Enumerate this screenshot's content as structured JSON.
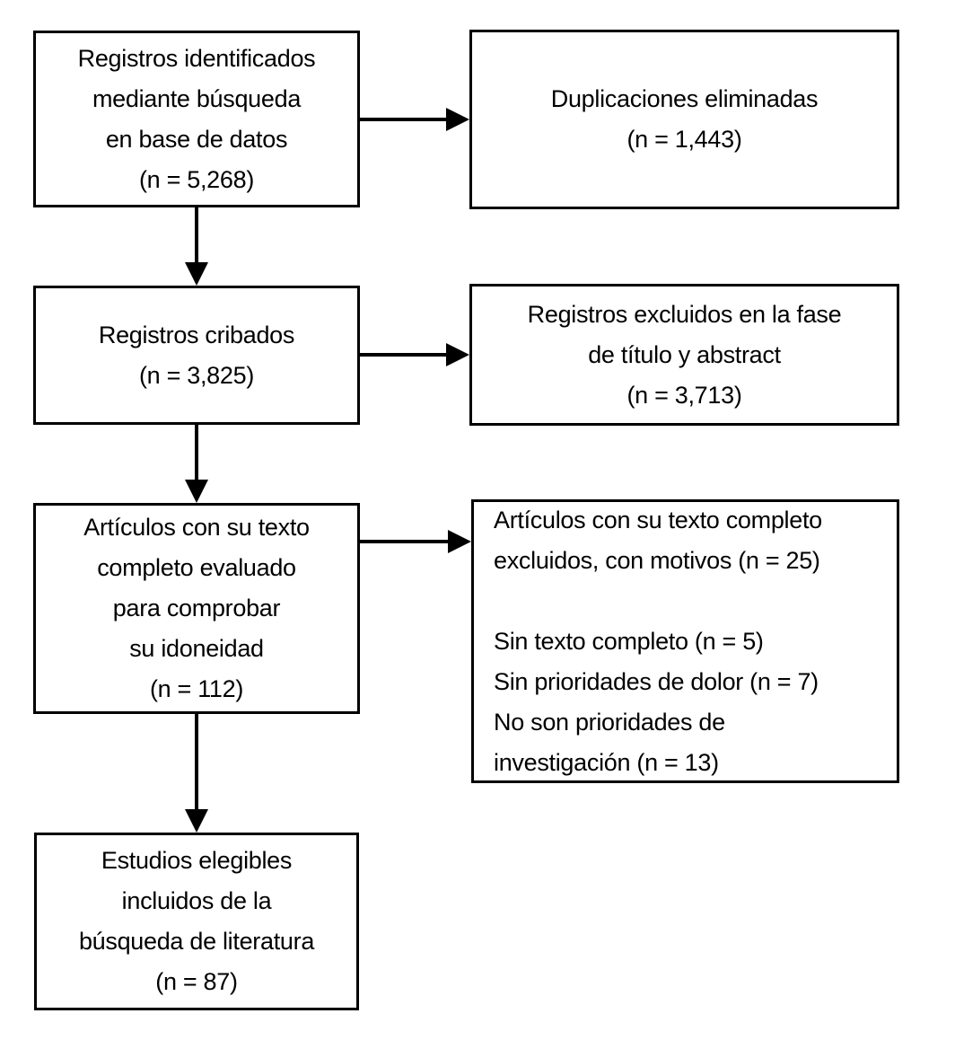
{
  "diagram": {
    "title": "Flow diagram of literature search (PRISMA, Spanish)",
    "background_color": "#ffffff",
    "border_color": "#000000",
    "text_color": "#000000",
    "boxes": {
      "identified": {
        "lines": [
          "Registros identificados",
          "mediante búsqueda",
          "en base de datos",
          "(n = 5,268)"
        ],
        "n": 5268
      },
      "duplicates_removed": {
        "lines": [
          "Duplicaciones eliminadas",
          "(n = 1,443)"
        ],
        "n": 1443
      },
      "screened": {
        "lines": [
          "Registros cribados",
          "(n = 3,825)"
        ],
        "n": 3825
      },
      "excluded_title_abstract": {
        "lines": [
          "Registros excluidos en la fase",
          "de título y abstract",
          "(n = 3,713)"
        ],
        "n": 3713
      },
      "fulltext_assessed": {
        "lines": [
          "Artículos con su texto",
          "completo evaluado",
          "para comprobar",
          "su idoneidad",
          "(n = 112)"
        ],
        "n": 112
      },
      "fulltext_excluded": {
        "lines": [
          "Artículos con su texto completo",
          "excluidos, con motivos (n = 25)",
          "",
          "Sin texto completo (n = 5)",
          "Sin prioridades de dolor (n = 7)",
          "No son prioridades de",
          "investigación (n = 13)"
        ],
        "n": 25,
        "reasons": [
          {
            "label": "Sin texto completo",
            "n": 5
          },
          {
            "label": "Sin prioridades de dolor",
            "n": 7
          },
          {
            "label": "No son prioridades de investigación",
            "n": 13
          }
        ]
      },
      "included": {
        "lines": [
          "Estudios elegibles",
          "incluidos de la",
          "búsqueda de literatura",
          "(n = 87)"
        ],
        "n": 87
      }
    }
  }
}
